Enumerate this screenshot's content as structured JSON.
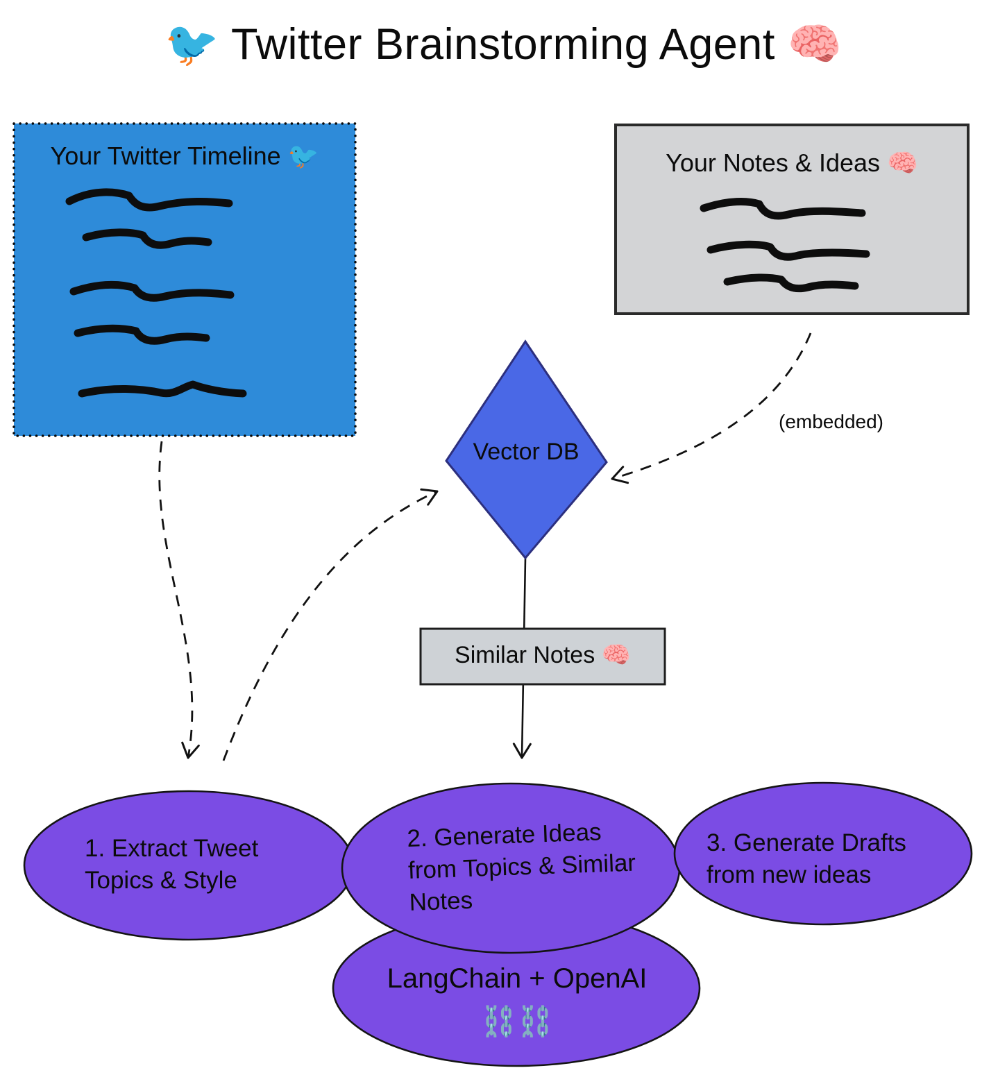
{
  "title": "🐦 Twitter Brainstorming Agent 🧠",
  "nodes": {
    "timeline": {
      "label": "Your Twitter Timeline 🐦"
    },
    "notes": {
      "label": "Your Notes & Ideas 🧠"
    },
    "vector_db": {
      "label": "Vector DB"
    },
    "similar_notes": {
      "label": "Similar Notes 🧠"
    },
    "step1": {
      "label": "1. Extract Tweet Topics & Style"
    },
    "step2": {
      "label": "2. Generate Ideas from Topics & Similar Notes"
    },
    "step3": {
      "label": "3. Generate Drafts from new ideas"
    },
    "langchain": {
      "label": "LangChain + OpenAI",
      "icon": "⛓️⛓️"
    }
  },
  "annotations": {
    "embedded": "(embedded)"
  },
  "colors": {
    "timeline_blue": "#2e8bd9",
    "vector_db_blue": "#4a68e6",
    "process_purple": "#7b4ce4",
    "note_gray": "#d3d4d6",
    "ink": "#111111"
  }
}
